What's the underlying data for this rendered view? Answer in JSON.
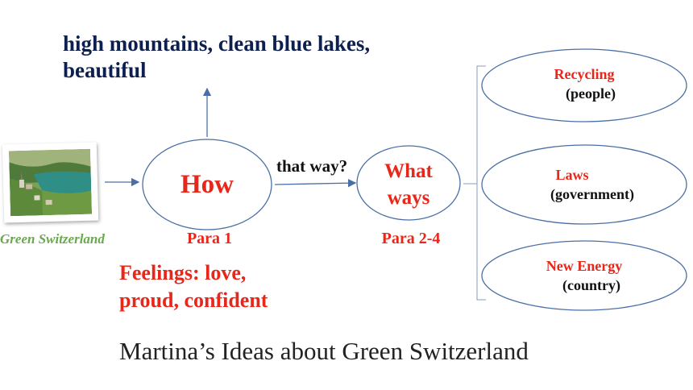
{
  "top_note": {
    "line1": "high mountains, clean blue lakes,",
    "line2": "beautiful"
  },
  "photo": {
    "caption": "Green Switzerland"
  },
  "how_node": {
    "label": "How",
    "para": "Para 1"
  },
  "arrow_label": "that way?",
  "what_node": {
    "line1": "What",
    "line2": "ways",
    "para": "Para 2-4"
  },
  "feelings": {
    "line1": "Feelings:  love,",
    "line2": "proud,  confident"
  },
  "ways": [
    {
      "title": "Recycling",
      "sub": "(people)"
    },
    {
      "title": "Laws",
      "sub": "(government)"
    },
    {
      "title": "New Energy",
      "sub": "(country)"
    }
  ],
  "footer_title": "Martina’s Ideas about Green Switzerland",
  "colors": {
    "navy": "#0d1f4f",
    "red": "#e8261a",
    "green": "#6aa84f",
    "line": "#4a6fa5"
  }
}
